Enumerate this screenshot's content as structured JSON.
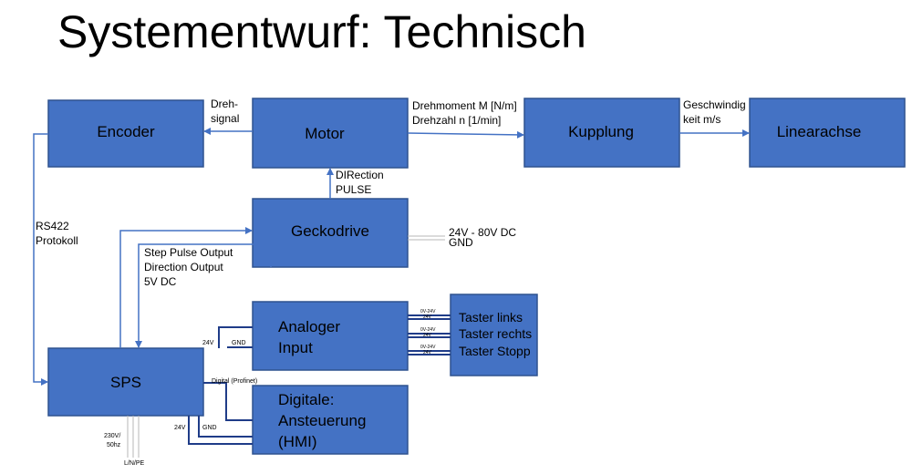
{
  "title": "Systementwurf: Technisch",
  "boxes": {
    "encoder": "Encoder",
    "motor": "Motor",
    "kupplung": "Kupplung",
    "linearachse": "Linearachse",
    "geckodrive": "Geckodrive",
    "sps": "SPS",
    "analog_input": [
      "Analoger",
      "Input"
    ],
    "digital_control": [
      "Digitale:",
      "Ansteuerung",
      "(HMI)"
    ],
    "taster": [
      "Taster links",
      "Taster rechts",
      "Taster Stopp"
    ]
  },
  "labels": {
    "drehsignal": [
      "Dreh-",
      "signal"
    ],
    "drehmoment": [
      "Drehmoment M [N/m]",
      "Drehzahl n [1/min]"
    ],
    "geschwindigkeit": [
      "Geschwindig",
      "keit m/s"
    ],
    "direction_pulse": [
      "DIRection",
      "PULSE"
    ],
    "rs422": [
      "RS422",
      "Protokoll"
    ],
    "step_pulse": [
      "Step Pulse Output",
      "Direction Output",
      "5V DC"
    ],
    "power_gecko": [
      "24V - 80V DC",
      "GND"
    ],
    "sps_analog_24v": "24V",
    "sps_analog_gnd": "GND",
    "digital_profinet": "Digital (Profinet)",
    "sps_digital_24v": "24V",
    "sps_digital_gnd": "GND",
    "mains": [
      "230V/",
      "50hz"
    ],
    "mains_lines": "L/N/PE",
    "taster_signal_labels": [
      "0V-24V",
      "24V",
      "0V-24V",
      "24V",
      "0V-24V",
      "24V"
    ]
  },
  "colors": {
    "box_fill": "#4472c4",
    "box_stroke": "#2f528f",
    "line": "#4472c4",
    "dark_line": "#1f3c88"
  }
}
